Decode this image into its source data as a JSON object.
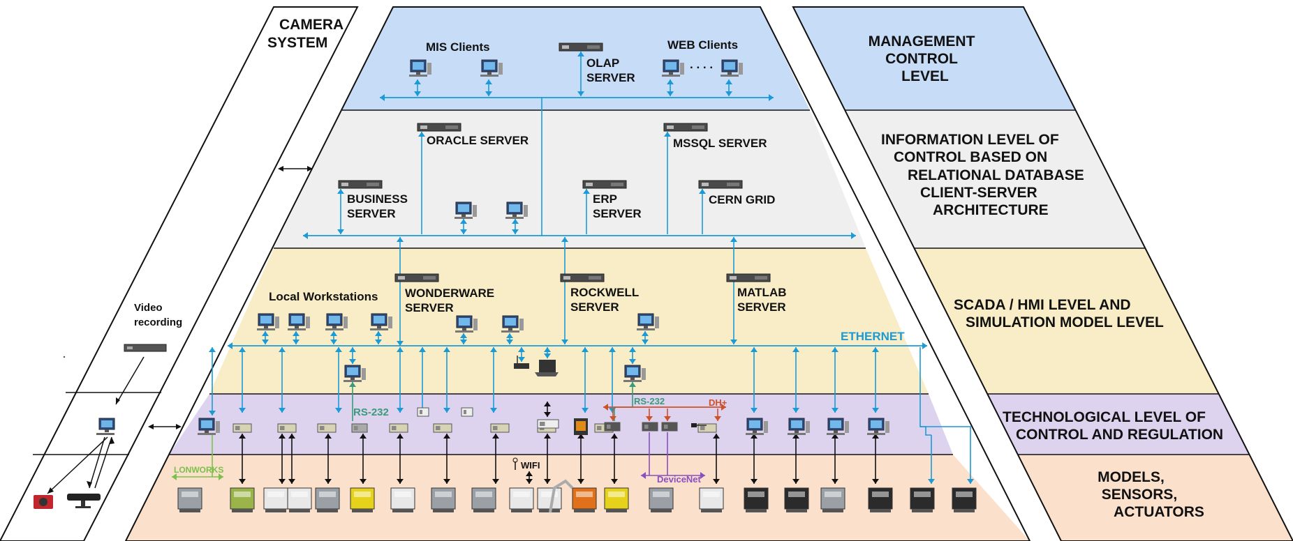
{
  "camera_system": {
    "title_line1": "CAMERA",
    "title_line2": "SYSTEM",
    "video_line1": "Video",
    "video_line2": "recording"
  },
  "levels": [
    {
      "key": "management",
      "lines": [
        "MANAGEMENT",
        "CONTROL",
        "LEVEL"
      ],
      "color": "#c6dcf7"
    },
    {
      "key": "information",
      "lines": [
        "INFORMATION LEVEL OF",
        "CONTROL BASED ON",
        "RELATIONAL DATABASE",
        "CLIENT-SERVER",
        "ARCHITECTURE"
      ],
      "color": "#efefef"
    },
    {
      "key": "scada",
      "lines": [
        "SCADA / HMI LEVEL AND",
        "SIMULATION MODEL LEVEL"
      ],
      "color": "#f8edc6"
    },
    {
      "key": "technological",
      "lines": [
        "TECHNOLOGICAL LEVEL OF",
        "CONTROL AND REGULATION"
      ],
      "color": "#ddd3ef"
    },
    {
      "key": "models",
      "lines": [
        "MODELS,",
        "SENSORS,",
        "ACTUATORS"
      ],
      "color": "#fbe0cc"
    }
  ],
  "management": {
    "mis_clients": "MIS Clients",
    "web_clients": "WEB Clients",
    "ellipsis": ". . . .",
    "olap_line1": "OLAP",
    "olap_line2": "SERVER"
  },
  "information": {
    "oracle": "ORACLE SERVER",
    "mssql": "MSSQL SERVER",
    "business_line1": "BUSINESS",
    "business_line2": "SERVER",
    "erp_line1": "ERP",
    "erp_line2": "SERVER",
    "cern": "CERN GRID"
  },
  "scada": {
    "local_ws": "Local Workstations",
    "wonderware_line1": "WONDERWARE",
    "wonderware_line2": "SERVER",
    "rockwell_line1": "ROCKWELL",
    "rockwell_line2": "SERVER",
    "matlab_line1": "MATLAB",
    "matlab_line2": "SERVER",
    "ethernet": "ETHERNET"
  },
  "protocols": {
    "rs232_a": "RS-232",
    "rs232_b": "RS-232",
    "dhplus": "DH+",
    "devicenet": "DeviceNet",
    "lonworks": "LONWORKS",
    "wifi": "WIFI"
  },
  "colors": {
    "bus": "#1a9ad6",
    "rs232": "#3a9a7a",
    "dhplus": "#d0502a",
    "devicenet": "#8a4fc0",
    "lonworks": "#7ac04a",
    "outline": "#111111"
  },
  "icons": [
    "server-icon",
    "workstation-icon",
    "plc-icon",
    "laptop-icon",
    "router-icon",
    "camera-icon",
    "kinect-sensor-icon",
    "robot-arm-icon",
    "model-device-icon"
  ]
}
